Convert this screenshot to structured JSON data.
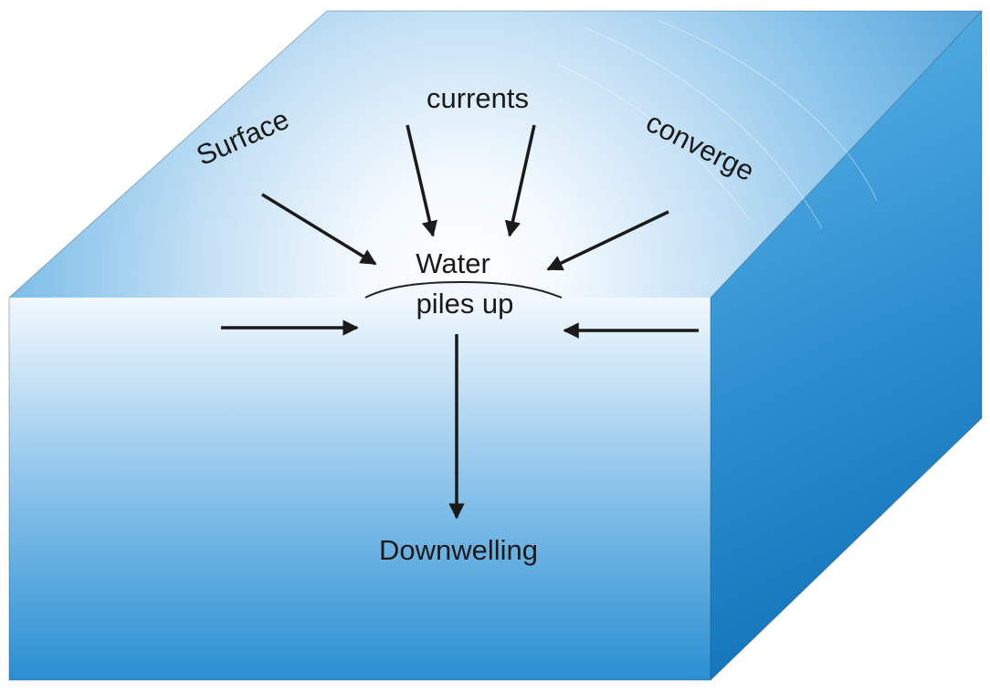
{
  "labels": {
    "surface": "Surface",
    "currents": "currents",
    "converge": "converge",
    "water": "Water",
    "piles_up": "piles up",
    "downwelling": "Downwelling"
  },
  "colors": {
    "top_center": "#ffffff",
    "top_edge": "#5aa8dc",
    "front_top": "#e8f3fb",
    "front_bottom": "#2a8fd2",
    "side_light": "#3a9ad8",
    "side_dark": "#0f6fb5",
    "arrow": "#1a1a1a"
  }
}
